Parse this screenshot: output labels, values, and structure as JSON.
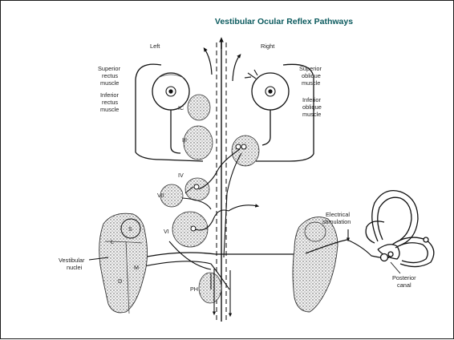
{
  "slide": {
    "title": "Vestibular Ocular Reflex Pathways",
    "accent_color": "#0b5a5e"
  },
  "diagram": {
    "side_left": "Left",
    "side_right": "Right",
    "muscle_left_top": [
      "Superior",
      "rectus",
      "muscle"
    ],
    "muscle_left_bottom": [
      "Inferior",
      "rectus",
      "muscle"
    ],
    "muscle_right_top": [
      "Superior",
      "oblique",
      "muscle"
    ],
    "muscle_right_bottom": [
      "Inferior",
      "oblique",
      "muscle"
    ],
    "nuclei": {
      "ic": "IC",
      "iii": "III",
      "iv": "IV",
      "vii": "VII",
      "vi": "VI",
      "ph": "PH",
      "s": "S",
      "l": "L",
      "m": "M",
      "d": "D"
    },
    "vestibular_nuclei": [
      "Vestibular",
      "nuclei"
    ],
    "electrical_stimulation": [
      "Electrical",
      "stimulation"
    ],
    "posterior_canal": [
      "Posterior",
      "canal"
    ]
  }
}
